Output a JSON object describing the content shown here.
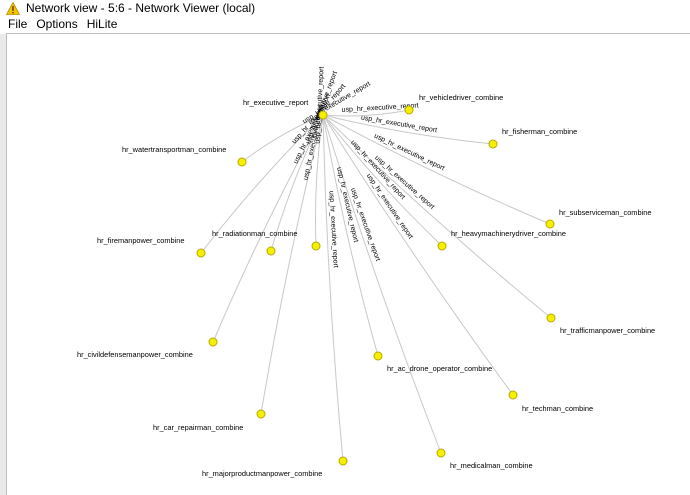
{
  "window": {
    "title": "Network view - 5:6 - Network Viewer (local)",
    "icon": "warning-triangle-icon",
    "icon_color": "#f5c400"
  },
  "menu": {
    "items": [
      "File",
      "Options",
      "HiLite"
    ]
  },
  "colors": {
    "node_fill": "#f5f000",
    "node_stroke": "#b8a800",
    "edge": "#c8c8c8"
  },
  "network": {
    "center": {
      "id": "center",
      "label": "hr_executive_report"
    },
    "nodes": [
      {
        "id": "vehicledriver",
        "label": "hr_vehicledriver_combine"
      },
      {
        "id": "fisherman",
        "label": "hr_fisherman_combine"
      },
      {
        "id": "subserviceman",
        "label": "hr_subserviceman_combine"
      },
      {
        "id": "heavymachinerydriver",
        "label": "hr_heavymachinerydriver_combine"
      },
      {
        "id": "trafficmanpower",
        "label": "hr_trafficmanpower_combine"
      },
      {
        "id": "techman",
        "label": "hr_techman_combine"
      },
      {
        "id": "medicalman",
        "label": "hr_medicalman_combine"
      },
      {
        "id": "ac_drone",
        "label": "hr_ac_drone_operator_combine"
      },
      {
        "id": "majorproduct",
        "label": "hr_majorproductmanpower_combine"
      },
      {
        "id": "car_repairman",
        "label": "hr_car_repairman_combine"
      },
      {
        "id": "civildefense",
        "label": "hr_civildefensemanpower_combine"
      },
      {
        "id": "firemanpower",
        "label": "hr_firemanpower_combine"
      },
      {
        "id": "radiationman",
        "label": "hr_radiationman_combine"
      },
      {
        "id": "mid",
        "label": ""
      },
      {
        "id": "watertransport",
        "label": "hr_watertransportman_combine"
      }
    ],
    "edge_label": "usp_hr_executive_report"
  }
}
